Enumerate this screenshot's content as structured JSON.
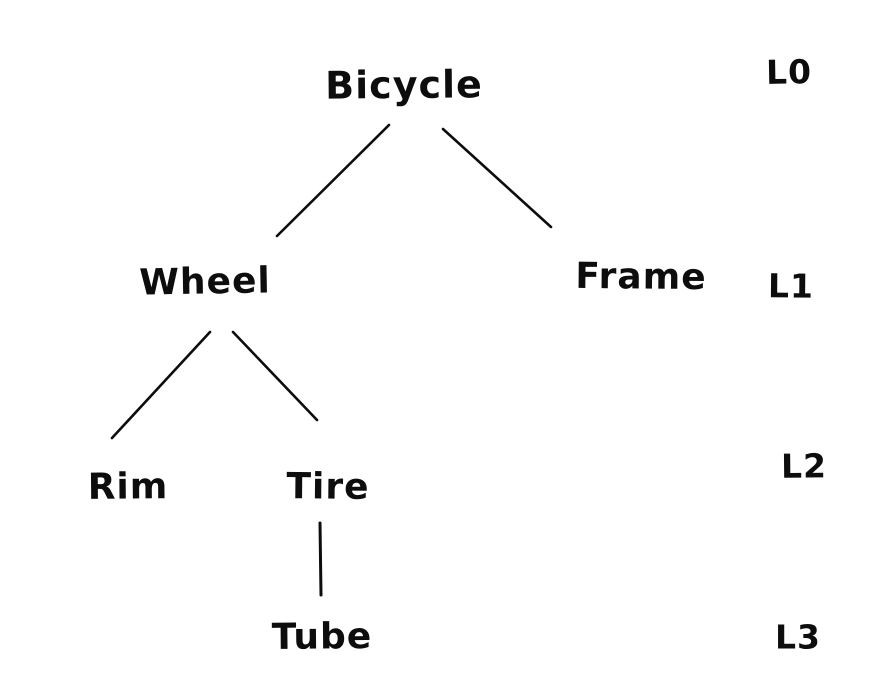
{
  "diagram": {
    "type": "tree",
    "style": "hand-drawn",
    "background_color": "#ffffff",
    "stroke_color": "#0d0d0d",
    "nodes": [
      {
        "id": "bicycle",
        "label": "Bicycle",
        "level": 0,
        "parent": null
      },
      {
        "id": "wheel",
        "label": "Wheel",
        "level": 1,
        "parent": "bicycle"
      },
      {
        "id": "frame",
        "label": "Frame",
        "level": 1,
        "parent": "bicycle"
      },
      {
        "id": "rim",
        "label": "Rim",
        "level": 2,
        "parent": "wheel"
      },
      {
        "id": "tire",
        "label": "Tire",
        "level": 2,
        "parent": "wheel"
      },
      {
        "id": "tube",
        "label": "Tube",
        "level": 3,
        "parent": "tire"
      }
    ],
    "edges": [
      {
        "from": "bicycle",
        "to": "wheel"
      },
      {
        "from": "bicycle",
        "to": "frame"
      },
      {
        "from": "wheel",
        "to": "rim"
      },
      {
        "from": "wheel",
        "to": "tire"
      },
      {
        "from": "tire",
        "to": "tube"
      }
    ],
    "level_labels": [
      "L0",
      "L1",
      "L2",
      "L3"
    ]
  }
}
